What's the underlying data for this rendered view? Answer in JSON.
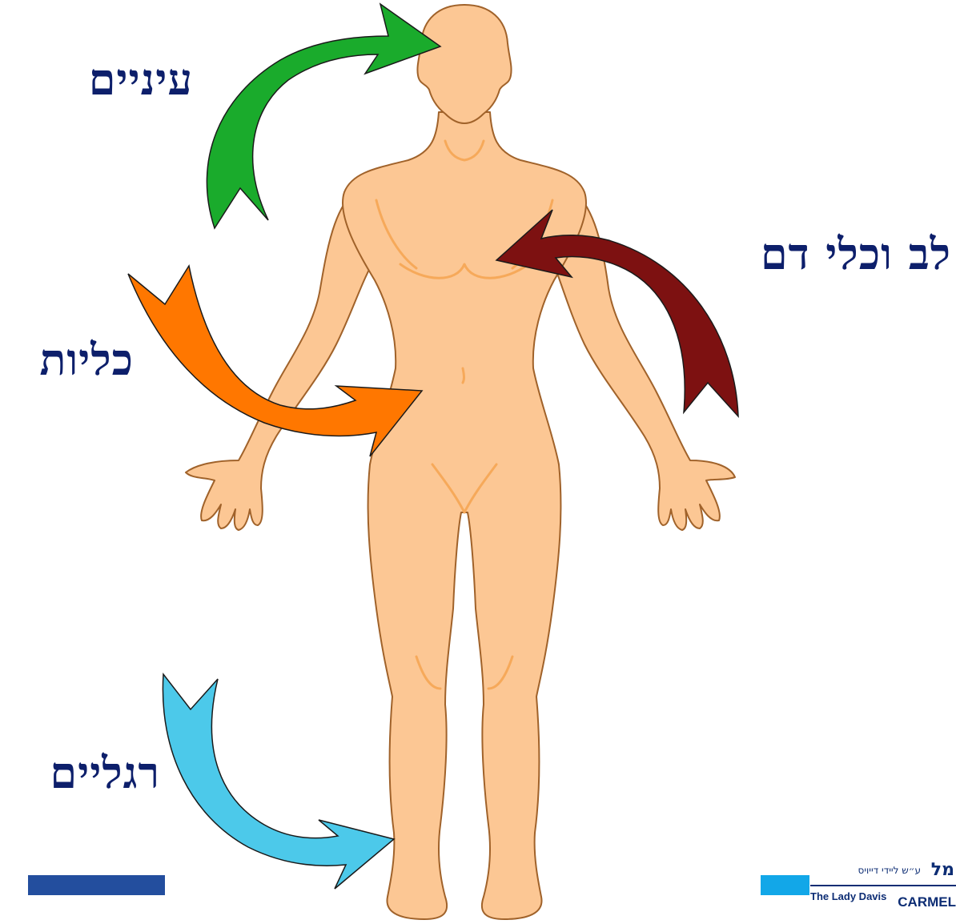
{
  "labels": {
    "eyes": "עיניים",
    "heart": "לב וכלי דם",
    "kidneys": "כליות",
    "legs": "רגליים"
  },
  "logo": {
    "hebrew_name": "מל",
    "hebrew_sub": "ע״ש ליידי דייויס",
    "english": "The Lady Davis",
    "carmel": "CARMEL"
  },
  "colors": {
    "label_text": "#0d1f6b",
    "skin": "#fcc794",
    "skin_shadow": "#f6a95a",
    "skin_outline": "#a0622a",
    "arrow_eyes": "#1aab2c",
    "arrow_heart": "#7d1111",
    "arrow_kidneys": "#ff7700",
    "arrow_legs": "#4cc9ea",
    "bar_left": "#234e9e",
    "bar_right": "#12a7e8",
    "logo_text": "#0d2d74"
  },
  "icons": {
    "body": "human-body-figure",
    "arrows": [
      "curved-arrow-eyes",
      "curved-arrow-heart",
      "curved-arrow-kidneys",
      "curved-arrow-legs"
    ]
  }
}
